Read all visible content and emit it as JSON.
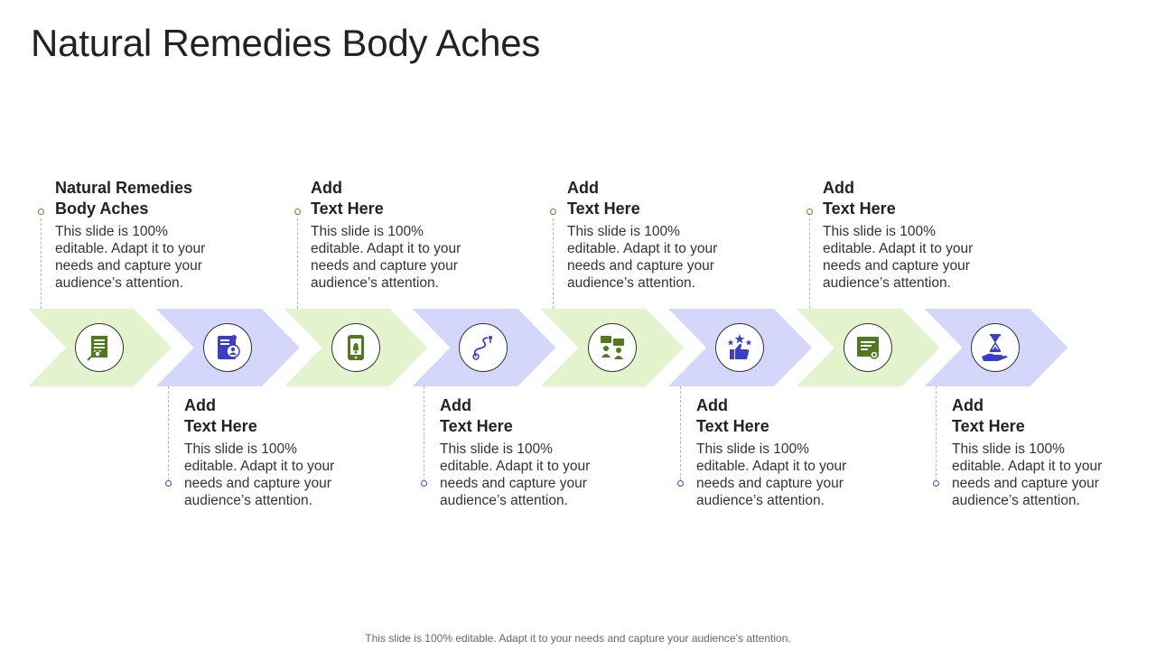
{
  "title": "Natural Remedies Body Aches",
  "footer": "This slide is 100% editable. Adapt it to your needs and capture your audience’s attention.",
  "colors": {
    "green": "#e2f3cd",
    "lavender": "#d5d6fb",
    "green_icon": "#4f7a1e",
    "blue_icon": "#3a3fc4",
    "green_dot": "#5a8a26",
    "blue_dot": "#3f44c9"
  },
  "steps": [
    {
      "heading": "Natural Remedies\nBody Aches",
      "body": "This slide is 100% editable. Adapt it to your needs and capture your audience’s attention.",
      "icon": "notebook-pen-icon",
      "position": "top",
      "color": "green"
    },
    {
      "heading": "Add\nText Here",
      "body": "This slide is 100% editable. Adapt it to your needs and capture your audience’s attention.",
      "icon": "user-document-icon",
      "position": "bottom",
      "color": "lavender"
    },
    {
      "heading": "Add\nText Here",
      "body": "This slide is 100% editable. Adapt it to your needs and capture your audience’s attention.",
      "icon": "tablet-notification-icon",
      "position": "top",
      "color": "green"
    },
    {
      "heading": "Add\nText Here",
      "body": "This slide is 100% editable. Adapt it to your needs and capture your audience’s attention.",
      "icon": "route-path-icon",
      "position": "bottom",
      "color": "lavender"
    },
    {
      "heading": "Add\nText Here",
      "body": "This slide is 100% editable. Adapt it to your needs and capture your audience’s attention.",
      "icon": "team-discussion-icon",
      "position": "top",
      "color": "green"
    },
    {
      "heading": "Add\nText Here",
      "body": "This slide is 100% editable. Adapt it to your needs and capture your audience’s attention.",
      "icon": "thumbs-up-stars-icon",
      "position": "bottom",
      "color": "lavender"
    },
    {
      "heading": "Add\nText Here",
      "body": "This slide is 100% editable. Adapt it to your needs and capture your audience’s attention.",
      "icon": "certificate-icon",
      "position": "top",
      "color": "green"
    },
    {
      "heading": "Add\nText Here",
      "body": "This slide is 100% editable. Adapt it to your needs and capture your audience’s attention.",
      "icon": "hourglass-hand-icon",
      "position": "bottom",
      "color": "lavender"
    }
  ]
}
